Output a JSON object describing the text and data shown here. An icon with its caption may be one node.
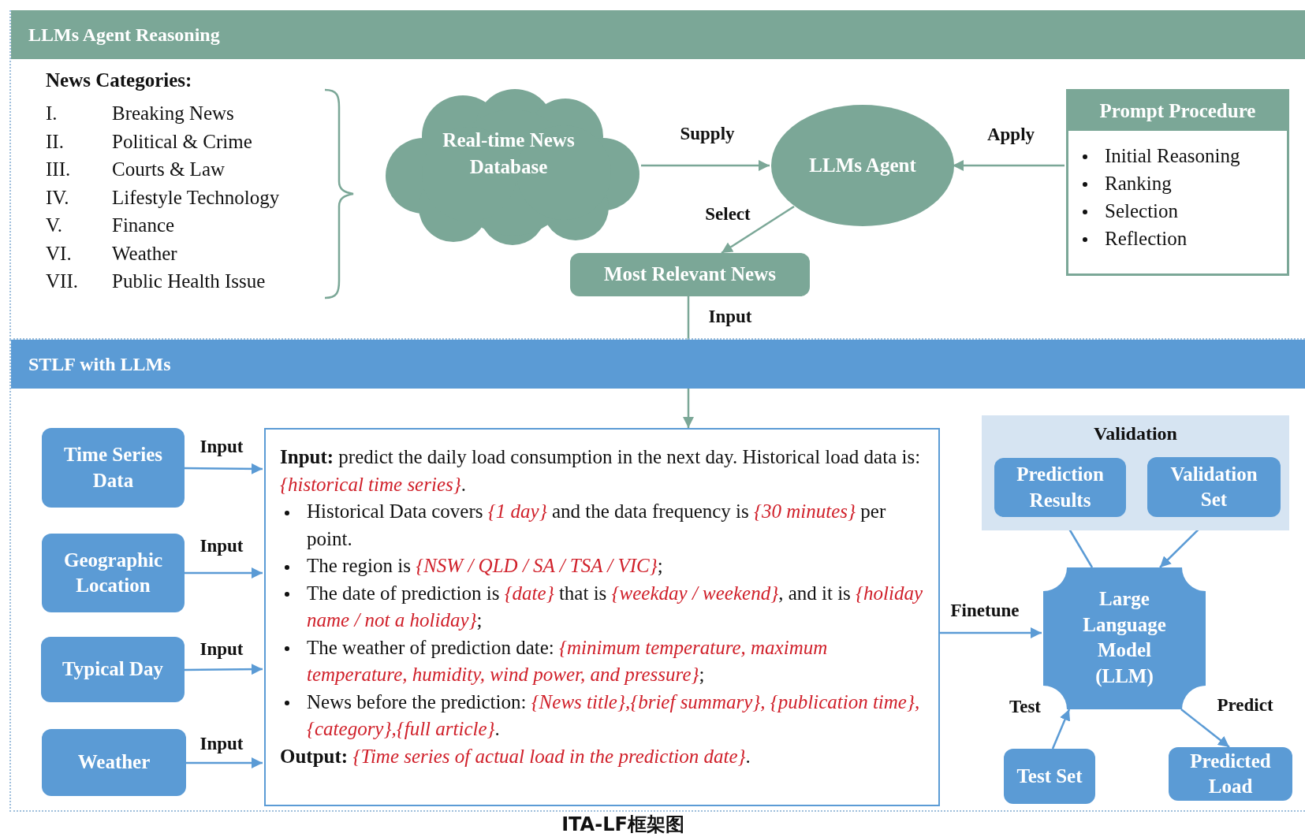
{
  "diagram": {
    "caption": "ITA-LF框架图",
    "nodes": [
      {
        "text": [
          "LLMs Agent Reasoning"
        ]
      },
      {
        "text": [
          "Real-time News Database"
        ],
        "in": 0
      },
      {
        "text": [
          "LLMs Agent"
        ],
        "in": 0
      },
      {
        "text": [
          "Prompt Procedure",
          "Initial Reasoning",
          "Ranking",
          "Selection",
          "Reflection"
        ],
        "in": 0
      },
      {
        "text": [
          "Most Relevant News"
        ],
        "in": 0
      },
      {
        "text": [
          "STLF with LLMs"
        ]
      },
      {
        "text": [
          "Time Series Data"
        ],
        "in": 5
      },
      {
        "text": [
          "Geographic Location"
        ],
        "in": 5
      },
      {
        "text": [
          "Typical Day"
        ],
        "in": 5
      },
      {
        "text": [
          "Weather"
        ],
        "in": 5
      },
      {
        "text": [
          "**Input:** predict the daily load consumption in the next day. Historical load data is: *{historical time series}*.",
          "Historical Data covers *{1 day}* and the data frequency is *{30 minutes}* per point.",
          "The region is *{NSW / QLD / SA / TSA / VIC}*;",
          "The date of prediction is *{date}* that is *{weekday / weekend}*, and it is *{holiday name / not a holiday}*;",
          "The weather of prediction date: *{minimum temperature, maximum temperature, humidity, wind power, and pressure}*;",
          "News before the prediction: *{News title},{brief summary}, {publication time},{category},{full article}*.",
          "**Output:** *{Time series of actual load in the prediction date}*."
        ],
        "in": 5
      },
      {
        "text": [
          "Validation"
        ],
        "in": 5
      },
      {
        "text": [
          "Prediction Results"
        ],
        "in": 11
      },
      {
        "text": [
          "Validation Set"
        ],
        "in": 11
      },
      {
        "text": [
          "Large Language Model (LLM)"
        ],
        "in": 5
      },
      {
        "text": [
          "Test Set"
        ],
        "in": 5
      },
      {
        "text": [
          "Predicted Load"
        ],
        "in": 5
      }
    ],
    "edges": [
      {
        "from": 1,
        "to": 2,
        "arrow": "to",
        "label": "Supply",
        "color": "#7ba797"
      },
      {
        "from": 3,
        "to": 2,
        "arrow": "to",
        "label": "Apply",
        "color": "#7ba797"
      },
      {
        "from": 2,
        "to": 4,
        "arrow": "to",
        "label": "Select",
        "color": "#7ba797"
      },
      {
        "from": 4,
        "to": 10,
        "arrow": "to",
        "label": "Input",
        "color": "#7ba797"
      },
      {
        "from": 6,
        "to": 10,
        "arrow": "to",
        "label": "Input"
      },
      {
        "from": 7,
        "to": 10,
        "arrow": "to",
        "label": "Input"
      },
      {
        "from": 8,
        "to": 10,
        "arrow": "to",
        "label": "Input"
      },
      {
        "from": 9,
        "to": 10,
        "arrow": "to",
        "label": "Input"
      },
      {
        "from": 10,
        "to": 14,
        "arrow": "to",
        "label": "Finetune"
      },
      {
        "from": 14,
        "to": 12,
        "arrow": "to"
      },
      {
        "from": 13,
        "to": 14,
        "arrow": "to"
      },
      {
        "from": 15,
        "to": 14,
        "arrow": "to",
        "label": "Test"
      },
      {
        "from": 14,
        "to": 16,
        "arrow": "to",
        "label": "Predict"
      }
    ],
    "labels": [
      "News Categories:",
      "I.",
      "Breaking News",
      "II.",
      "Political & Crime",
      "III.",
      "Courts & Law",
      "IV.",
      "Lifestyle Technology",
      "V.",
      "Finance",
      "VI.",
      "Weather",
      "VII.",
      "Public Health Issue"
    ]
  }
}
